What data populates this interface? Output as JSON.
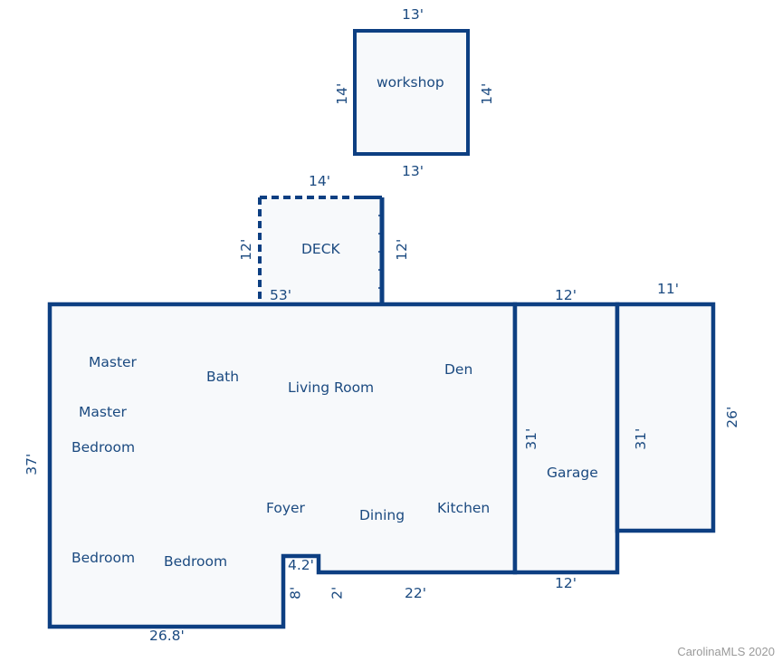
{
  "colors": {
    "wall": "#0d3f82",
    "fill": "#f7f9fb",
    "label": "#1b4a80",
    "watermark": "#9a9a9a"
  },
  "structures": {
    "workshop": {
      "label": "workshop",
      "dims": {
        "top": "13'",
        "bottom": "13'",
        "left": "14'",
        "right": "14'"
      }
    },
    "deck": {
      "label": "DECK",
      "dims": {
        "top": "14'",
        "left": "12'",
        "right": "12'"
      }
    },
    "main_house": {
      "dims": {
        "top_main": "53'",
        "left": "37'",
        "bottom_left": "26.8'",
        "foyer_step_width": "4.2'",
        "foyer_step_left": "8'",
        "foyer_step_right": "2'",
        "bottom_right": "22'"
      },
      "rooms": [
        {
          "name": "Master"
        },
        {
          "name": "Bath"
        },
        {
          "name": "Living Room"
        },
        {
          "name": "Den"
        },
        {
          "name": "Master"
        },
        {
          "name": "Bedroom"
        },
        {
          "name": "Foyer"
        },
        {
          "name": "Dining"
        },
        {
          "name": "Kitchen"
        },
        {
          "name": "Bedroom"
        },
        {
          "name": "Bedroom"
        }
      ]
    },
    "garage": {
      "label": "Garage",
      "dims": {
        "top": "12'",
        "bottom": "12'",
        "left": "31'"
      }
    },
    "annex": {
      "dims": {
        "top": "11'",
        "left": "31'",
        "right": "26'"
      }
    }
  },
  "watermark": "CarolinaMLS 2020"
}
